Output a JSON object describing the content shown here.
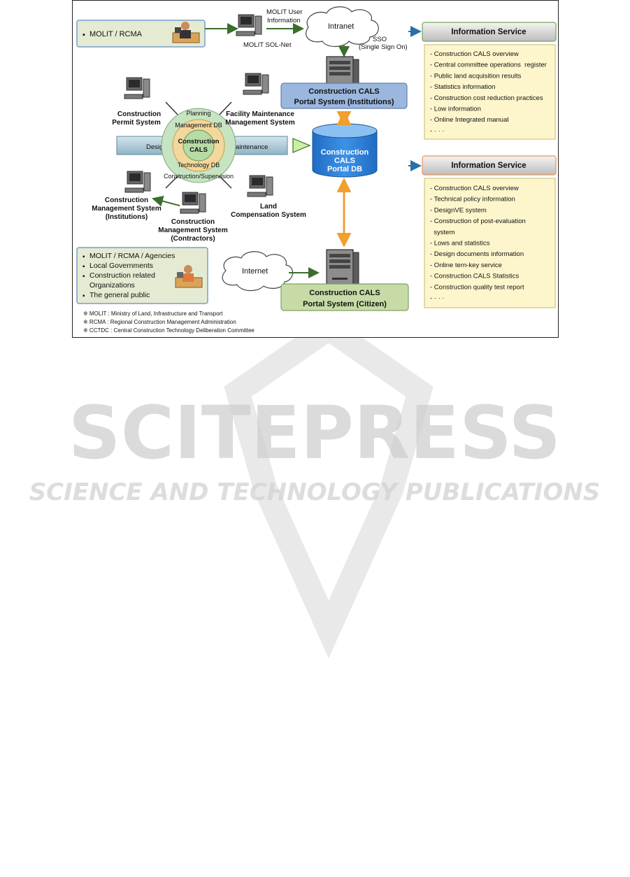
{
  "top_org": {
    "label": "MOLIT / RCMA"
  },
  "molit_user_info": [
    "MOLIT User",
    "Information"
  ],
  "sol_net": "MOLIT SOL-Net",
  "intranet": "Intranet",
  "sso": [
    "SSO",
    "(Single Sign On)"
  ],
  "portal_inst": [
    "Construction CALS",
    "Portal System (Institutions)"
  ],
  "portal_db": [
    "Construction",
    "CALS",
    "Portal DB"
  ],
  "portal_citizen": [
    "Construction CALS",
    "Portal System (Citizen)"
  ],
  "internet": "Internet",
  "systems": {
    "permit": [
      "Construction",
      "Permit System"
    ],
    "facility": [
      "Facility Maintenance",
      "Management System"
    ],
    "cms_inst": [
      "Construction",
      "Management System",
      "(Institutions)"
    ],
    "cms_contr": [
      "Construction",
      "Management System",
      "(Contractors)"
    ],
    "land": [
      "Land",
      "Compensation  System"
    ]
  },
  "wheel": {
    "planning": "Planning",
    "mgmt_db": "Management DB",
    "center": [
      "Construction",
      "CALS"
    ],
    "tech_db": "Technology DB",
    "construction": "Construction/Supervision",
    "design": "Design",
    "maintenance": "Maintenance"
  },
  "bottom_orgs": [
    "MOLIT / RCMA / Agencies",
    "Local Governments",
    "Construction related",
    "Organizations",
    "The general public"
  ],
  "info_service_1": {
    "title": "Information Service",
    "items": [
      "- Construction CALS overview",
      "- Central committee operations  register",
      "- Public land acquisition results",
      "- Statistics information",
      "- Construction cost reduction practices",
      "- Low information",
      "- Online Integrated manual",
      "- · · ·"
    ]
  },
  "info_service_2": {
    "title": "Information Service",
    "items": [
      "- Construction CALS overview",
      "- Technical policy information",
      "- DesignVE system",
      "- Construction of post-evaluation",
      "  system",
      "- Lows and statistics",
      "- Design documents information",
      "- Online tern-key service",
      "- Construction CALS Statistics",
      "- Construction quality test report",
      "- · · ·"
    ]
  },
  "footnotes": [
    "※ MOLIT : Ministry of Land, Infrastructure and Transport",
    "※ RCMA : Regional Construction Management Administration",
    "※ CCTDC : Central Construction Technology Deliberation Committee"
  ],
  "watermark": {
    "main": "SCITEPRESS",
    "sub": "SCIENCE AND TECHNOLOGY PUBLICATIONS"
  },
  "colors": {
    "green_box": "#e4ebd2",
    "blue_portal": "#9bb7dd",
    "green_portal": "#c7dba6",
    "info_bg": "#fdf6cc",
    "db_blue": "#2f7fd2",
    "arrow_orange": "#f0a030"
  }
}
